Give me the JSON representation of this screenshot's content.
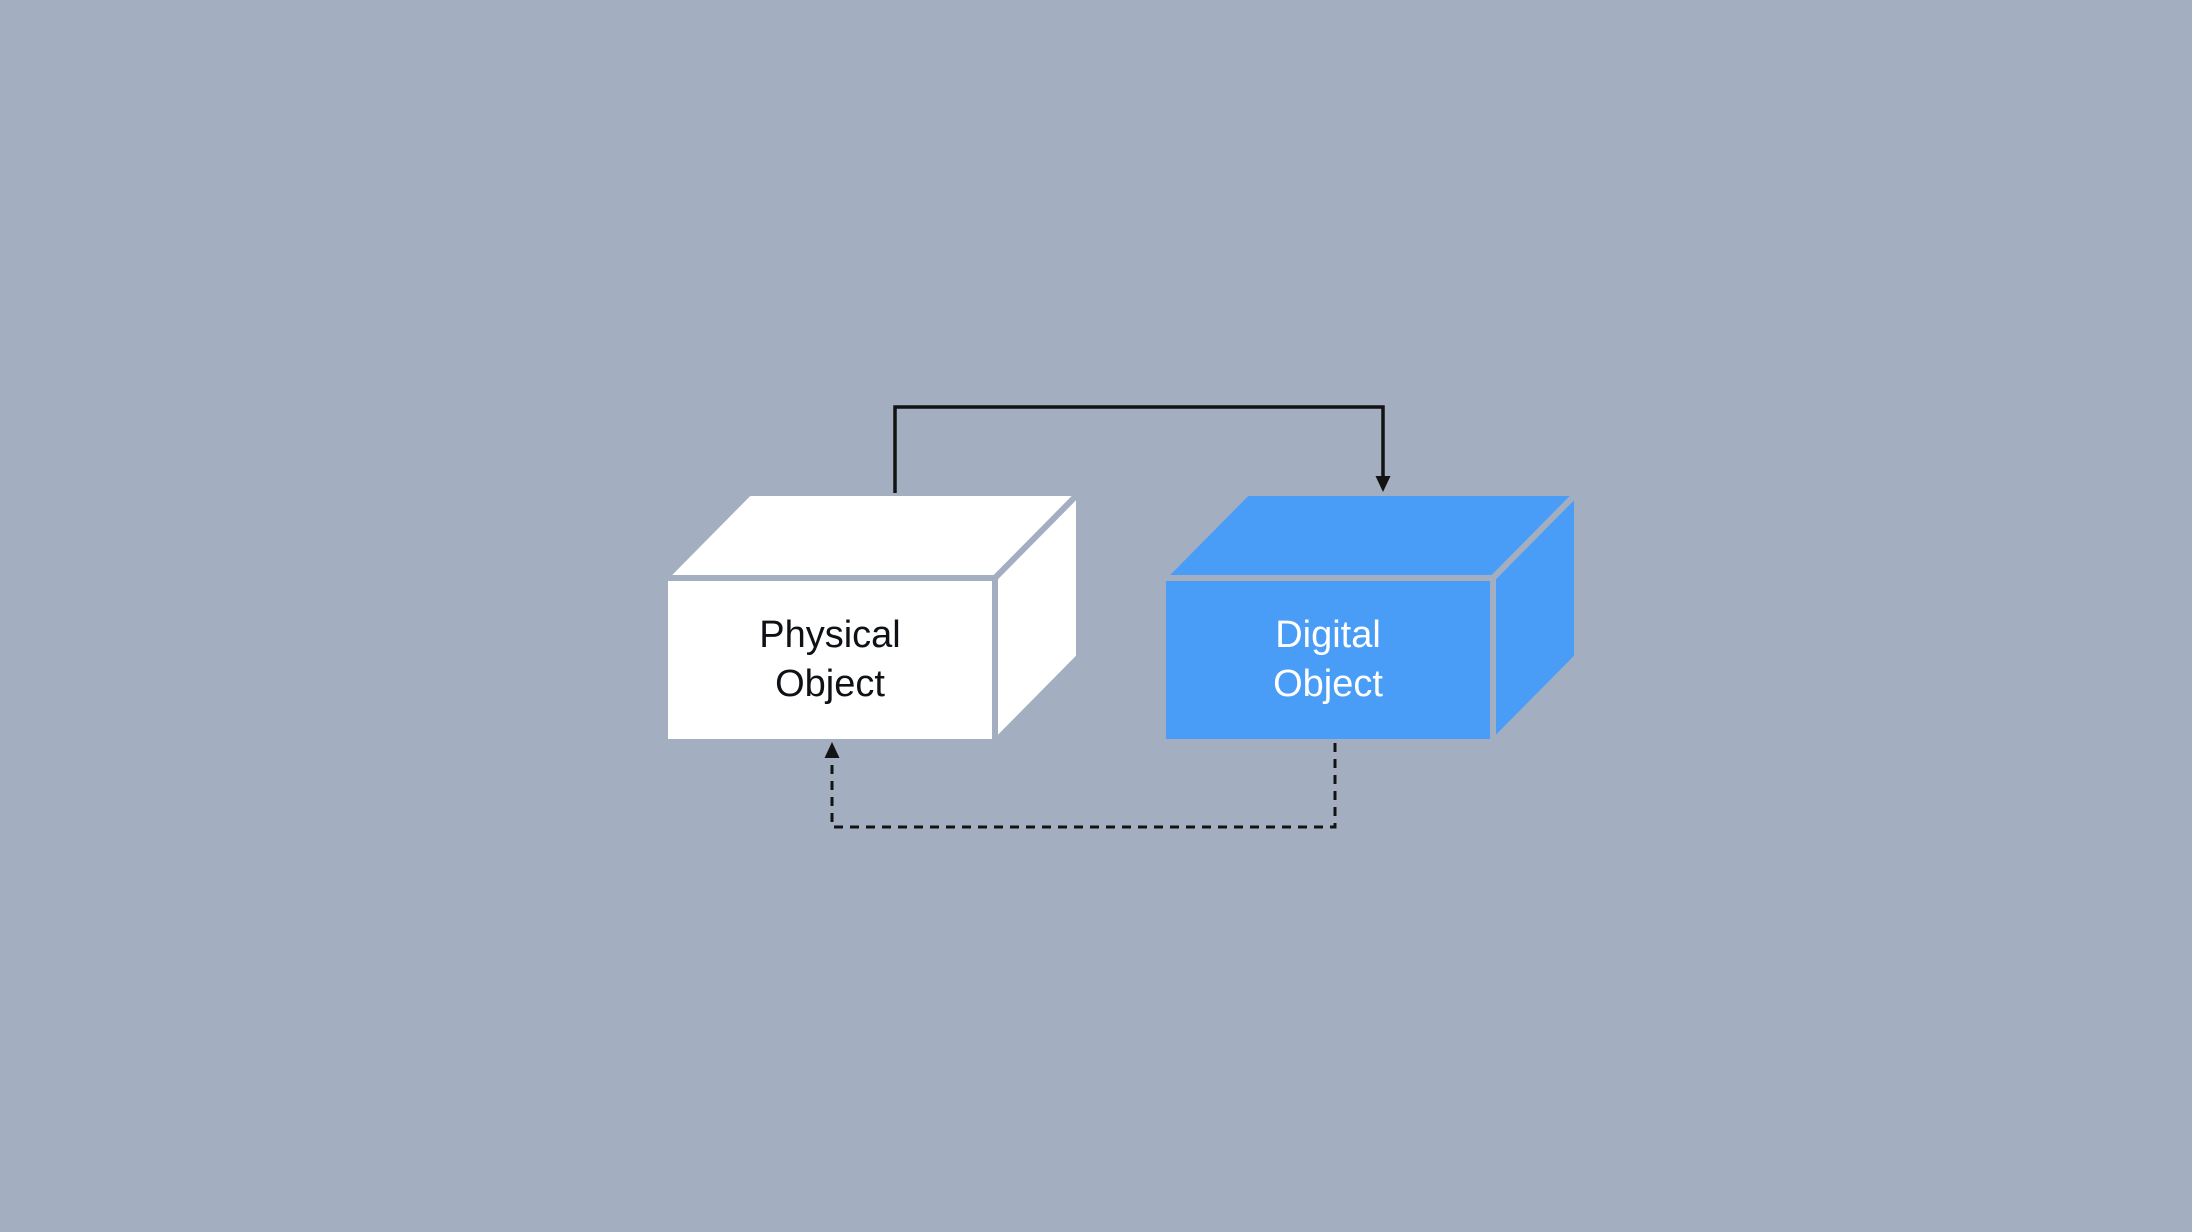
{
  "diagram": {
    "background_color": "#A3AFC0",
    "line_color": "#131313",
    "physical_box": {
      "label": "Physical Object",
      "lines": [
        "Physical",
        "Object"
      ],
      "fill": "#FFFFFF",
      "text_color": "#0E1116"
    },
    "digital_box": {
      "label": "Digital Object",
      "lines": [
        "Digital",
        "Object"
      ],
      "fill": "#4A9DF7",
      "text_color": "#FFFFFF"
    },
    "connections": [
      {
        "from": "Physical Object",
        "to": "Digital Object",
        "style": "solid",
        "position": "top"
      },
      {
        "from": "Digital Object",
        "to": "Physical Object",
        "style": "dashed",
        "position": "bottom"
      }
    ]
  }
}
